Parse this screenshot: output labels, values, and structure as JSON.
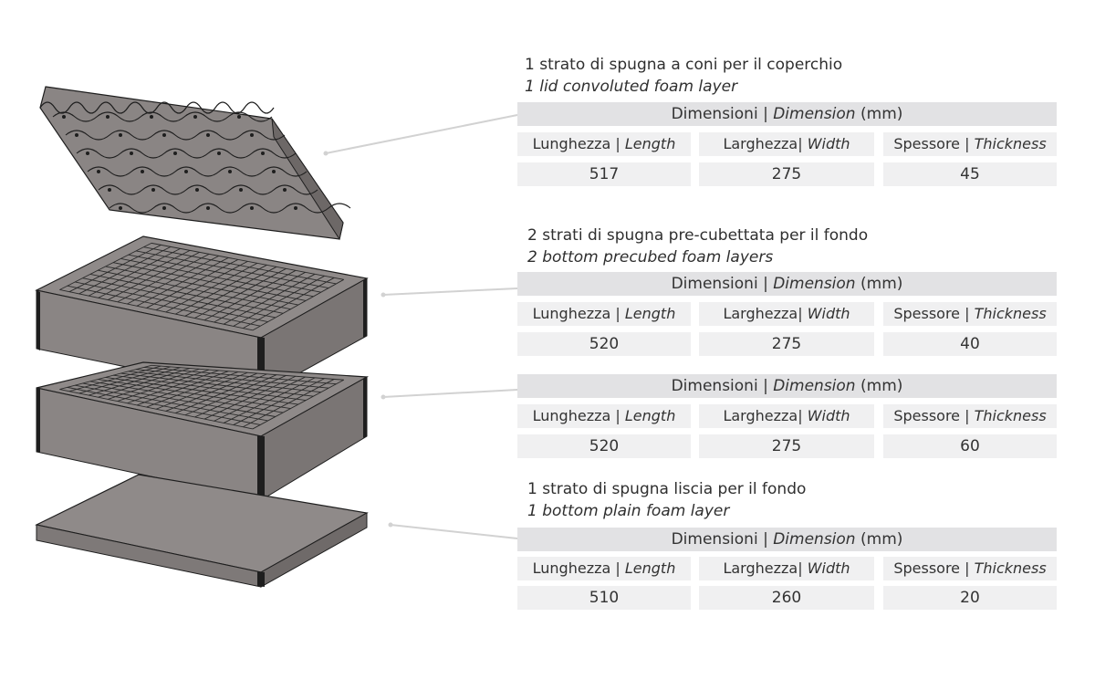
{
  "icons": [
    "lid-convoluted-foam-icon",
    "precubed-foam-icon",
    "plain-foam-icon"
  ],
  "colors": {
    "foam": "#8a8584",
    "foam_dark": "#5f5a59",
    "edge": "#1e1e1e",
    "header_bg": "#e2e2e4",
    "cell_bg": "#f0f0f1",
    "leader": "#d2d2d2"
  },
  "layers": [
    {
      "title_it": "1 strato di spugna a coni per il coperchio",
      "title_en": "1 lid convoluted foam layer",
      "tables": [
        {
          "header_it": "Dimensioni |",
          "header_en": "Dimension",
          "header_unit": "(mm)",
          "len_it": "Lunghezza |",
          "len_en": "Length",
          "wid_it": "Larghezza|",
          "wid_en": "Width",
          "thk_it": "Spessore |",
          "thk_en": "Thickness",
          "length": "517",
          "width": "275",
          "thickness": "45"
        }
      ]
    },
    {
      "title_it": "2 strati di spugna pre-cubettata per il fondo",
      "title_en": "2 bottom precubed foam layers",
      "tables": [
        {
          "header_it": "Dimensioni |",
          "header_en": "Dimension",
          "header_unit": "(mm)",
          "len_it": "Lunghezza |",
          "len_en": "Length",
          "wid_it": "Larghezza|",
          "wid_en": "Width",
          "thk_it": "Spessore |",
          "thk_en": "Thickness",
          "length": "520",
          "width": "275",
          "thickness": "40"
        },
        {
          "header_it": "Dimensioni |",
          "header_en": "Dimension",
          "header_unit": "(mm)",
          "len_it": "Lunghezza |",
          "len_en": "Length",
          "wid_it": "Larghezza|",
          "wid_en": "Width",
          "thk_it": "Spessore |",
          "thk_en": "Thickness",
          "length": "520",
          "width": "275",
          "thickness": "60"
        }
      ]
    },
    {
      "title_it": "1 strato di spugna liscia per il fondo",
      "title_en": "1 bottom plain foam layer",
      "tables": [
        {
          "header_it": "Dimensioni |",
          "header_en": "Dimension",
          "header_unit": "(mm)",
          "len_it": "Lunghezza |",
          "len_en": "Length",
          "wid_it": "Larghezza|",
          "wid_en": "Width",
          "thk_it": "Spessore |",
          "thk_en": "Thickness",
          "length": "510",
          "width": "260",
          "thickness": "20"
        }
      ]
    }
  ]
}
